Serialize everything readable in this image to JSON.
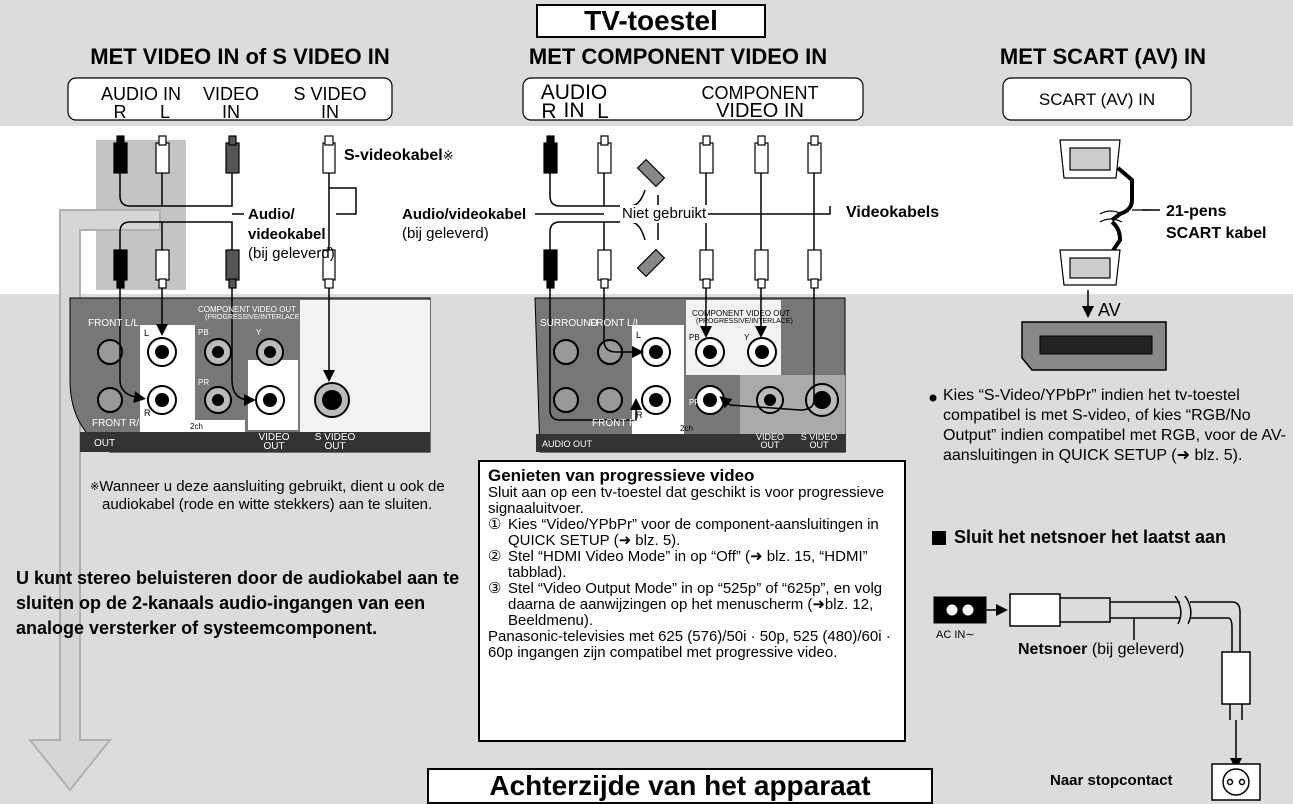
{
  "tv_title": "TV-toestel",
  "rear_title": "Achterzijde van het apparaat",
  "sections": {
    "video_in": {
      "heading": "MET VIDEO IN of S VIDEO IN",
      "jacks": {
        "audio_in": "AUDIO IN",
        "audio_r": "R",
        "audio_l": "L",
        "video_in_1": "VIDEO",
        "video_in_2": "IN",
        "svideo_in_1": "S VIDEO",
        "svideo_in_2": "IN"
      },
      "svideo_cable": "S-videokabel",
      "svideo_mark": "※",
      "av_cable_1": "Audio/",
      "av_cable_2": "videokabel",
      "av_cable_3": "(bij geleverd)",
      "panel": {
        "front_ll": "FRONT L/L",
        "front_rr": "FRONT R/R",
        "comp_out": "COMPONENT VIDEO OUT",
        "comp_sub": "(PROGRESSIVE/INTERLACE)",
        "video_out_1": "VIDEO",
        "video_out_2": "OUT",
        "svideo_out_1": "S VIDEO",
        "svideo_out_2": "OUT",
        "two_ch": "2ch",
        "out": "OUT",
        "pb": "PB",
        "pr": "PR",
        "y": "Y",
        "l": "L",
        "r": "R"
      },
      "footnote_mark": "※",
      "footnote": "Wanneer u deze aansluiting gebruikt, dient u ook de audiokabel (rode en witte stekkers) aan te sluiten.",
      "stereo_note": "U kunt stereo beluisteren door de audiokabel aan te sluiten op de 2-kanaals audio-ingangen van een analoge versterker of systeemcomponent."
    },
    "component": {
      "heading": "MET COMPONENT VIDEO IN",
      "jacks": {
        "audio_in": "AUDIO IN",
        "audio_r": "R",
        "audio_l": "L",
        "comp_1": "COMPONENT",
        "comp_2": "VIDEO IN"
      },
      "av_cable_1": "Audio/videokabel",
      "av_cable_2": "(bij geleverd)",
      "not_used": "Niet gebruikt",
      "video_cables": "Videokabels",
      "panel": {
        "surround": "SURROUND",
        "front_ll": "FRONT L/L",
        "front_rr": "FRONT R/R",
        "comp_out": "COMPONENT VIDEO OUT",
        "comp_sub": "(PROGRESSIVE/INTERLACE)",
        "video_out_1": "VIDEO",
        "video_out_2": "OUT",
        "svideo_out_1": "S VIDEO",
        "svideo_out_2": "OUT",
        "two_ch": "2ch",
        "audio_out": "AUDIO OUT",
        "pb": "PB",
        "pr": "PR",
        "y": "Y",
        "l": "L",
        "r": "R"
      },
      "progressive": {
        "title": "Genieten van progressieve video",
        "intro": "Sluit aan op een tv-toestel dat geschikt is voor progressieve signaaluitvoer.",
        "steps": [
          {
            "num": "①",
            "text": "Kies “Video/YPbPr” voor de component-aansluitingen in QUICK SETUP (➜ blz. 5)."
          },
          {
            "num": "②",
            "text": "Stel “HDMI Video Mode” in op “Off” (➜ blz. 15, “HDMI” tabblad)."
          },
          {
            "num": "③",
            "text": "Stel “Video Output Mode” in op “525p” of “625p”, en volg daarna de aanwijzingen op het menuscherm (➜blz. 12, Beeldmenu)."
          }
        ],
        "footer": "Panasonic-televisies met 625 (576)/50i · 50p, 525 (480)/60i · 60p ingangen zijn compatibel met progressive video."
      }
    },
    "scart": {
      "heading": "MET SCART (AV) IN",
      "jack": "SCART (AV) IN",
      "cable_1": "21-pens",
      "cable_2": "SCART kabel",
      "av_label": "AV",
      "note": "Kies “S-Video/YPbPr” indien het tv-toestel compatibel is met S-video, of kies “RGB/No Output” indien compatibel met RGB, voor de AV-aansluitingen in QUICK SETUP (➜ blz. 5).",
      "power_heading": "Sluit het netsnoer het laatst aan",
      "ac_in": "AC IN∼",
      "cord": "Netsnoer",
      "cord_sub": "(bij geleverd)",
      "outlet": "Naar stopcontact"
    }
  }
}
